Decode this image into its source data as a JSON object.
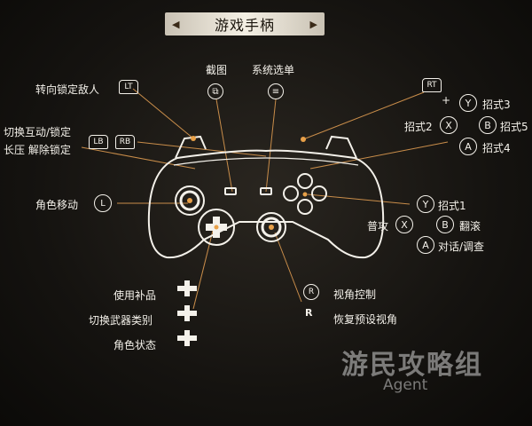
{
  "header": {
    "title": "游戏手柄",
    "left_arrow": "◀",
    "right_arrow": "▶"
  },
  "labels": {
    "lock_turn": "转向锁定敌人",
    "screenshot": "截图",
    "system_menu": "系统选单",
    "switch_interact": "切换互动/锁定",
    "hold_unlock": "长压  解除锁定",
    "char_move": "角色移动",
    "use_supply": "使用补品",
    "switch_weapon": "切换武器类别",
    "char_status": "角色状态",
    "view_control": "视角控制",
    "reset_view": "恢复预设视角",
    "skill3": "招式3",
    "skill2": "招式2",
    "skill5": "招式5",
    "skill4": "招式4",
    "skill1": "招式1",
    "normal_attack": "普攻",
    "roll": "翻滚",
    "talk_investigate": "对话/调查",
    "plus": "+"
  },
  "buttons": {
    "lt": "LT",
    "rt": "RT",
    "lb": "LB",
    "rb": "RB",
    "y": "Y",
    "x": "X",
    "b": "B",
    "a": "A",
    "l": "L",
    "r": "R",
    "r_sub": "R"
  },
  "watermark": {
    "text": "游民攻略组",
    "sub": "Agent"
  }
}
